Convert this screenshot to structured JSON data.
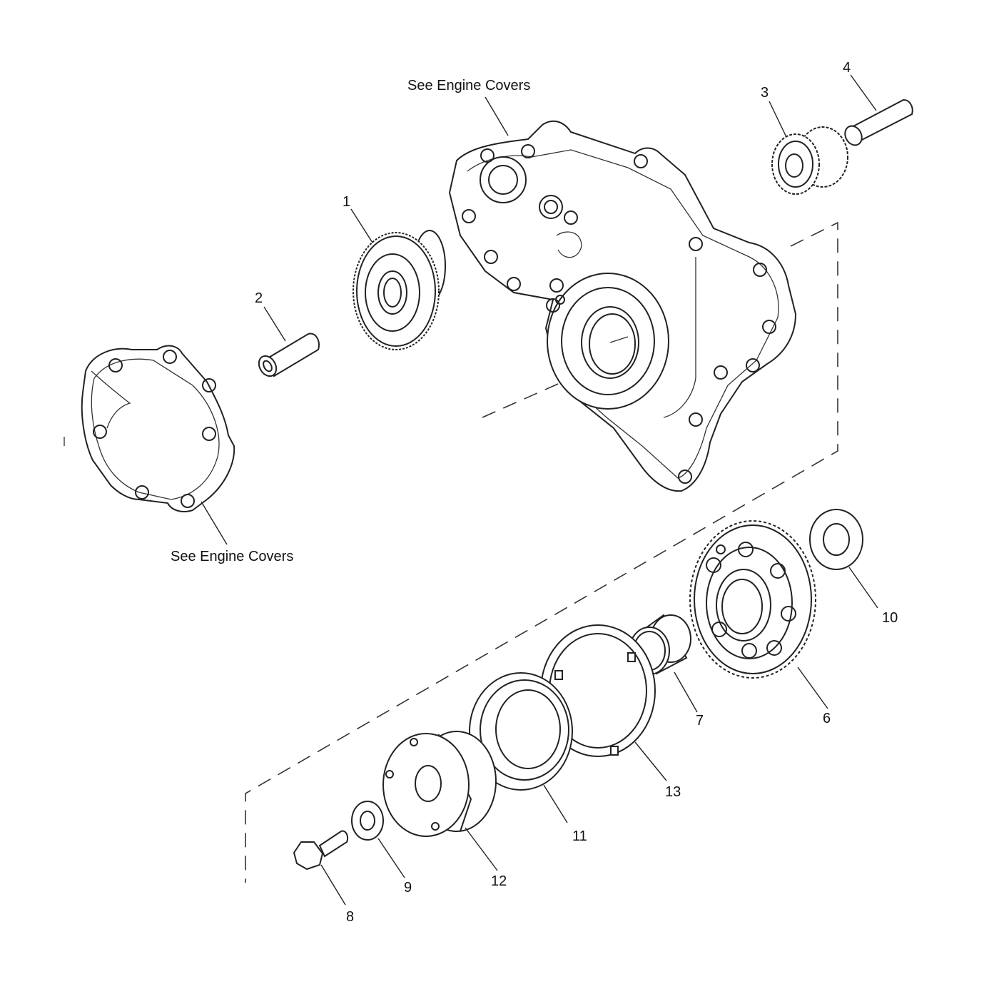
{
  "notes": {
    "top": "See Engine Covers",
    "left": "See Engine Covers"
  },
  "callouts": {
    "c1": "1",
    "c2": "2",
    "c3": "3",
    "c4": "4",
    "c6": "6",
    "c7": "7",
    "c8": "8",
    "c9": "9",
    "c10": "10",
    "c11": "11",
    "c12": "12",
    "c13": "13"
  }
}
